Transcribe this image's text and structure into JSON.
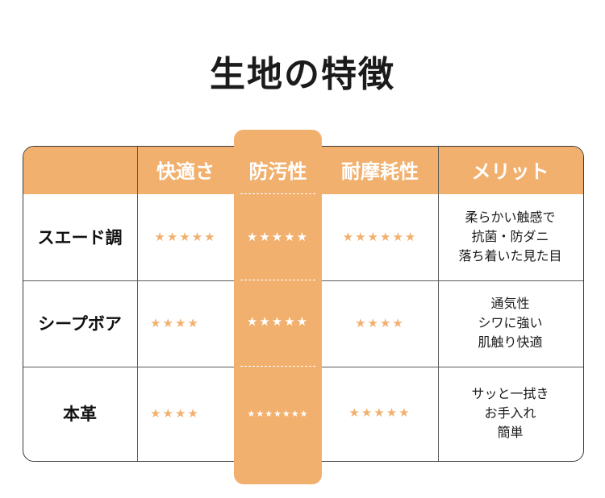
{
  "title": "生地の特徴",
  "columns": [
    "快適さ",
    "防汚性",
    "耐摩耗性",
    "メリット"
  ],
  "rows": [
    {
      "label": "スエード調",
      "comfort": "★★★★★",
      "stain": "★★★★★",
      "wear": "★★★★★★",
      "merits": [
        "柔らかい触感で",
        "抗菌・防ダニ",
        "落ち着いた見た目"
      ]
    },
    {
      "label": "シープボア",
      "comfort": "★★★★",
      "stain": "★★★★★",
      "wear": "★★★★",
      "merits": [
        "通気性",
        "シワに強い",
        "肌触り快適"
      ]
    },
    {
      "label": "本革",
      "comfort": "★★★★",
      "stain": "★★★★★★★",
      "wear": "★★★★★",
      "merits": [
        "サッと一拭き",
        "お手入れ",
        "簡単"
      ]
    }
  ],
  "colors": {
    "accent": "#f2b06e",
    "border": "#3a3a3a",
    "text": "#1a1a1a"
  }
}
